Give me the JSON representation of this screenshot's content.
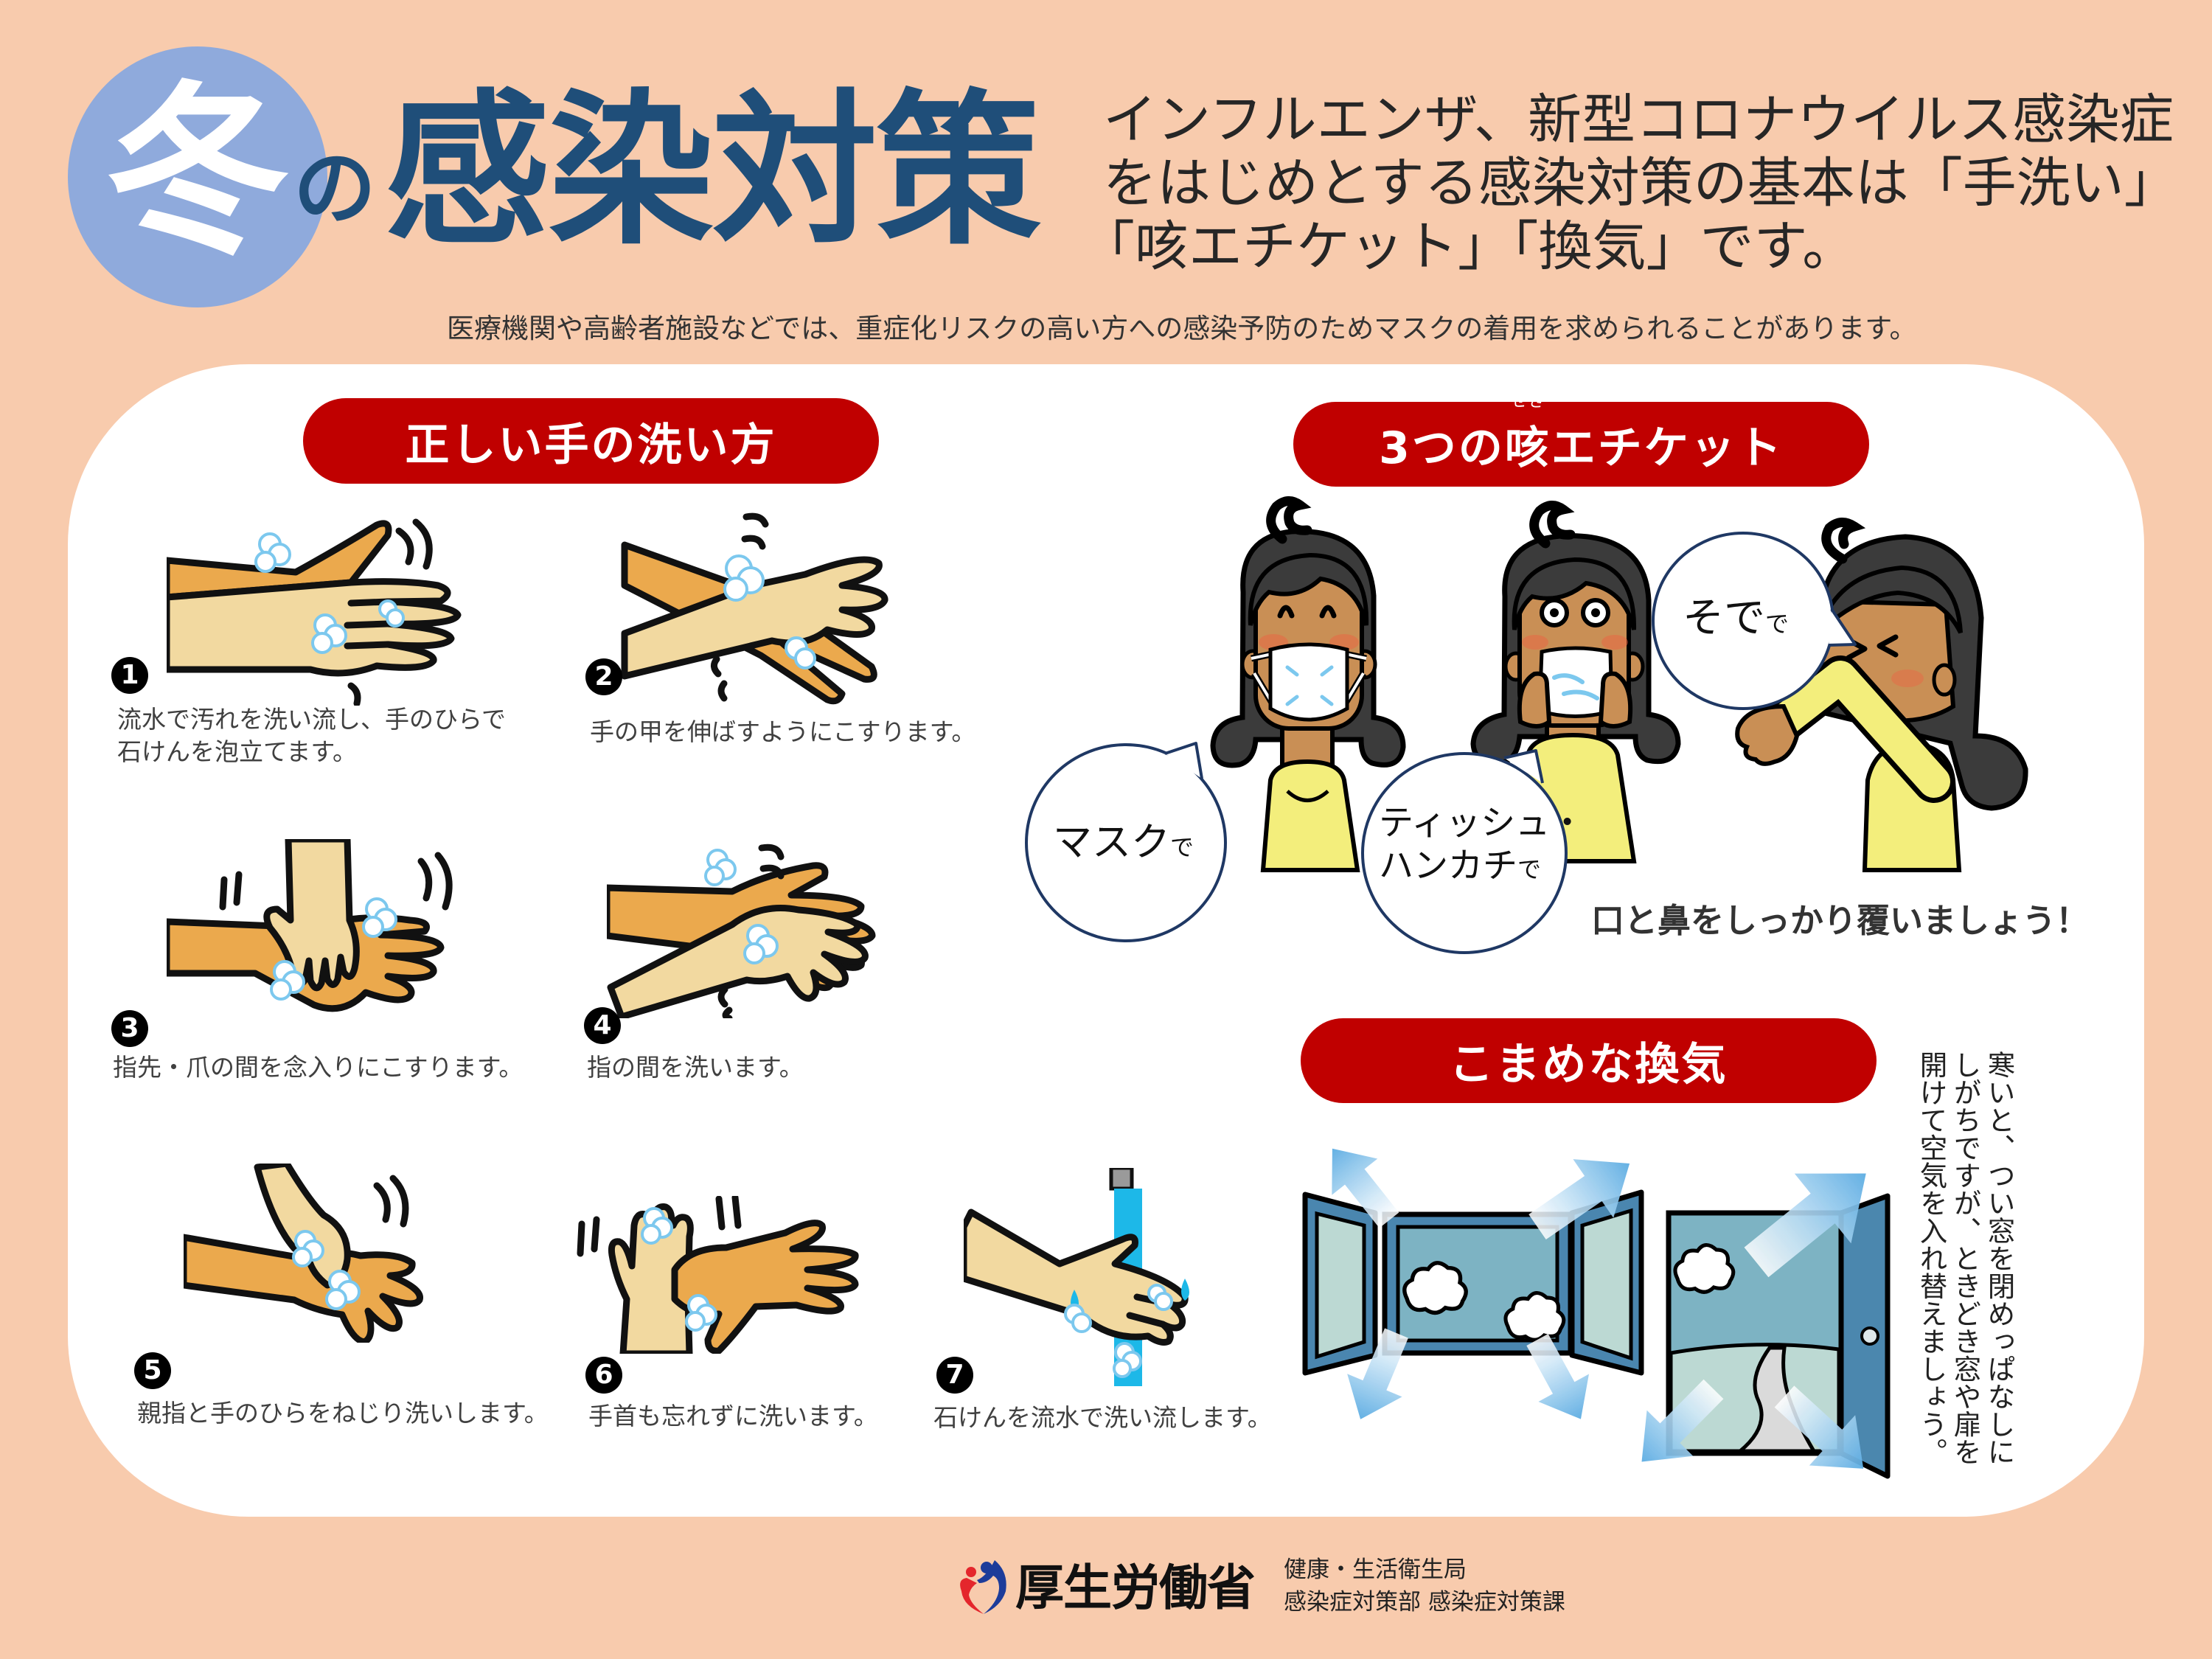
{
  "colors": {
    "background": "#F8CBAD",
    "badge_circle": "#8FAADC",
    "title_blue": "#1F4E79",
    "section_red": "#C00000",
    "panel": "#FFFFFF",
    "text": "#333333",
    "bubble_outline": "#1F3864"
  },
  "header": {
    "badge_char": "冬",
    "title_particle": "の",
    "title_main": "感染対策",
    "intro_lines": [
      "インフルエンザ、新型コロナウイルス感染症",
      "をはじめとする感染対策の基本は「手洗い」",
      "「咳エチケット」「換気」です。"
    ],
    "notice": "医療機関や高齢者施設などでは、重症化リスクの高い方への感染予防のためマスクの着用を求められることがあります。"
  },
  "handwashing": {
    "title": "正しい手の洗い方",
    "steps": [
      {
        "number": "1",
        "lines": [
          "流水で汚れを洗い流し、手のひらで",
          "石けんを泡立てます。"
        ],
        "illustration": "hands-lather-palms"
      },
      {
        "number": "2",
        "lines": [
          "手の甲を伸ばすようにこすります。"
        ],
        "illustration": "hands-rub-back"
      },
      {
        "number": "3",
        "lines": [
          "指先・爪の間を念入りにこすります。"
        ],
        "illustration": "hands-rub-fingertips"
      },
      {
        "number": "4",
        "lines": [
          "指の間を洗います。"
        ],
        "illustration": "hands-interlace-fingers"
      },
      {
        "number": "5",
        "lines": [
          "親指と手のひらをねじり洗いします。"
        ],
        "illustration": "hands-twist-thumb"
      },
      {
        "number": "6",
        "lines": [
          "手首も忘れずに洗います。"
        ],
        "illustration": "hands-wash-wrist"
      },
      {
        "number": "7",
        "lines": [
          "石けんを流水で洗い流します。"
        ],
        "illustration": "hands-rinse-faucet"
      }
    ]
  },
  "cough_etiquette": {
    "title_prefix": "3つの",
    "title_ruby_base": "咳",
    "title_ruby_text": "せき",
    "title_suffix": "エチケット",
    "bubbles": [
      {
        "lines": [
          "マスク"
        ],
        "suffix": "で"
      },
      {
        "lines": [
          "ティッシュ・",
          "ハンカチ"
        ],
        "suffix": "で"
      },
      {
        "lines": [
          "そで"
        ],
        "suffix": "で"
      }
    ],
    "caption": "口と鼻をしっかり覆いましょう！"
  },
  "ventilation": {
    "title": "こまめな換気",
    "text_columns": [
      "寒いと、つい窓を閉めっぱなしに",
      "しがちですが、ときどき窓や扉を",
      "開けて空気を入れ替えましょう。"
    ],
    "illustration": "open-window-and-door-with-airflow-arrows"
  },
  "footer": {
    "logo_icon": "mhlw-heart-logo",
    "ministry": "厚生労働省",
    "bureau": "健康・生活衛生局",
    "division": "感染症対策部 感染症対策課"
  }
}
